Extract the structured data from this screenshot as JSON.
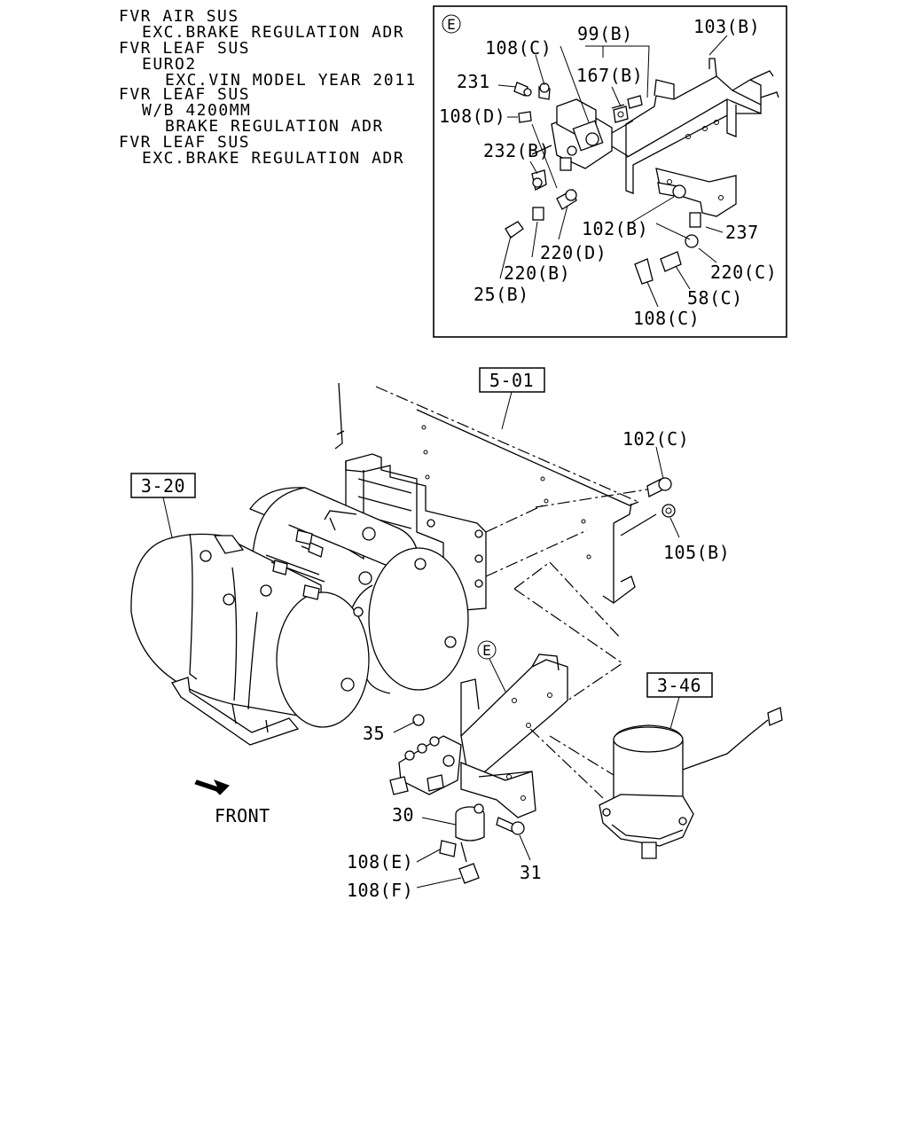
{
  "conditions": [
    "FVR AIR SUS",
    "EXC.BRAKE REGULATION ADR",
    "FVR LEAF SUS",
    "EURO2",
    "EXC.VIN MODEL YEAR 2011",
    "FVR LEAF SUS",
    "W/B 4200MM",
    "BRAKE REGULATION ADR",
    "FVR LEAF SUS",
    "EXC.BRAKE REGULATION ADR"
  ],
  "detail": {
    "marker": "E",
    "labels": {
      "p108c_top": "108(C)",
      "p99b": "99(B)",
      "p103b": "103(B)",
      "p231": "231",
      "p167b": "167(B)",
      "p108d": "108(D)",
      "p232b": "232(B)",
      "p102b": "102(B)",
      "p237": "237",
      "p220d": "220(D)",
      "p220b": "220(B)",
      "p220c": "220(C)",
      "p25b": "25(B)",
      "p58c": "58(C)",
      "p108c_bottom": "108(C)"
    }
  },
  "main": {
    "refs": {
      "r501": "5-01",
      "r320": "3-20",
      "r346": "3-46"
    },
    "marker": "E",
    "labels": {
      "p102c": "102(C)",
      "p105b": "105(B)",
      "p35": "35",
      "p30": "30",
      "p31": "31",
      "p108e": "108(E)",
      "p108f": "108(F)"
    },
    "front_label": "FRONT"
  }
}
